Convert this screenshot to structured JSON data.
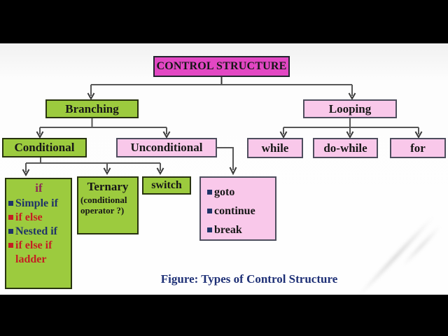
{
  "video": {
    "letterbox_color": "#000000"
  },
  "colors": {
    "root_fill": "#e247c3",
    "green_fill": "#9ccb3e",
    "pink_fill": "#f9c8ea",
    "connector": "#575757",
    "navy_text": "#203468",
    "red_text": "#c51f23",
    "maroon_text": "#8d2a55",
    "caption_text": "#1e3076"
  },
  "diagram": {
    "root": "CONTROL STRUCTURE",
    "branching": "Branching",
    "looping": "Looping",
    "conditional": "Conditional",
    "unconditional": "Unconditional",
    "loop_types": {
      "while": "while",
      "do_while": "do-while",
      "for": "for"
    },
    "if_box": {
      "title": "if",
      "items": [
        {
          "text": "Simple if",
          "color": "navy"
        },
        {
          "text": "if else",
          "color": "red"
        },
        {
          "text": "Nested if",
          "color": "navy"
        },
        {
          "text": "if else if ladder",
          "color": "red"
        }
      ]
    },
    "ternary": {
      "title": "Ternary",
      "subtitle": "(conditional operator ?)"
    },
    "switch": "switch",
    "jump_box": {
      "items": [
        "goto",
        "continue",
        "break"
      ]
    },
    "caption": "Figure: Types of Control Structure"
  }
}
